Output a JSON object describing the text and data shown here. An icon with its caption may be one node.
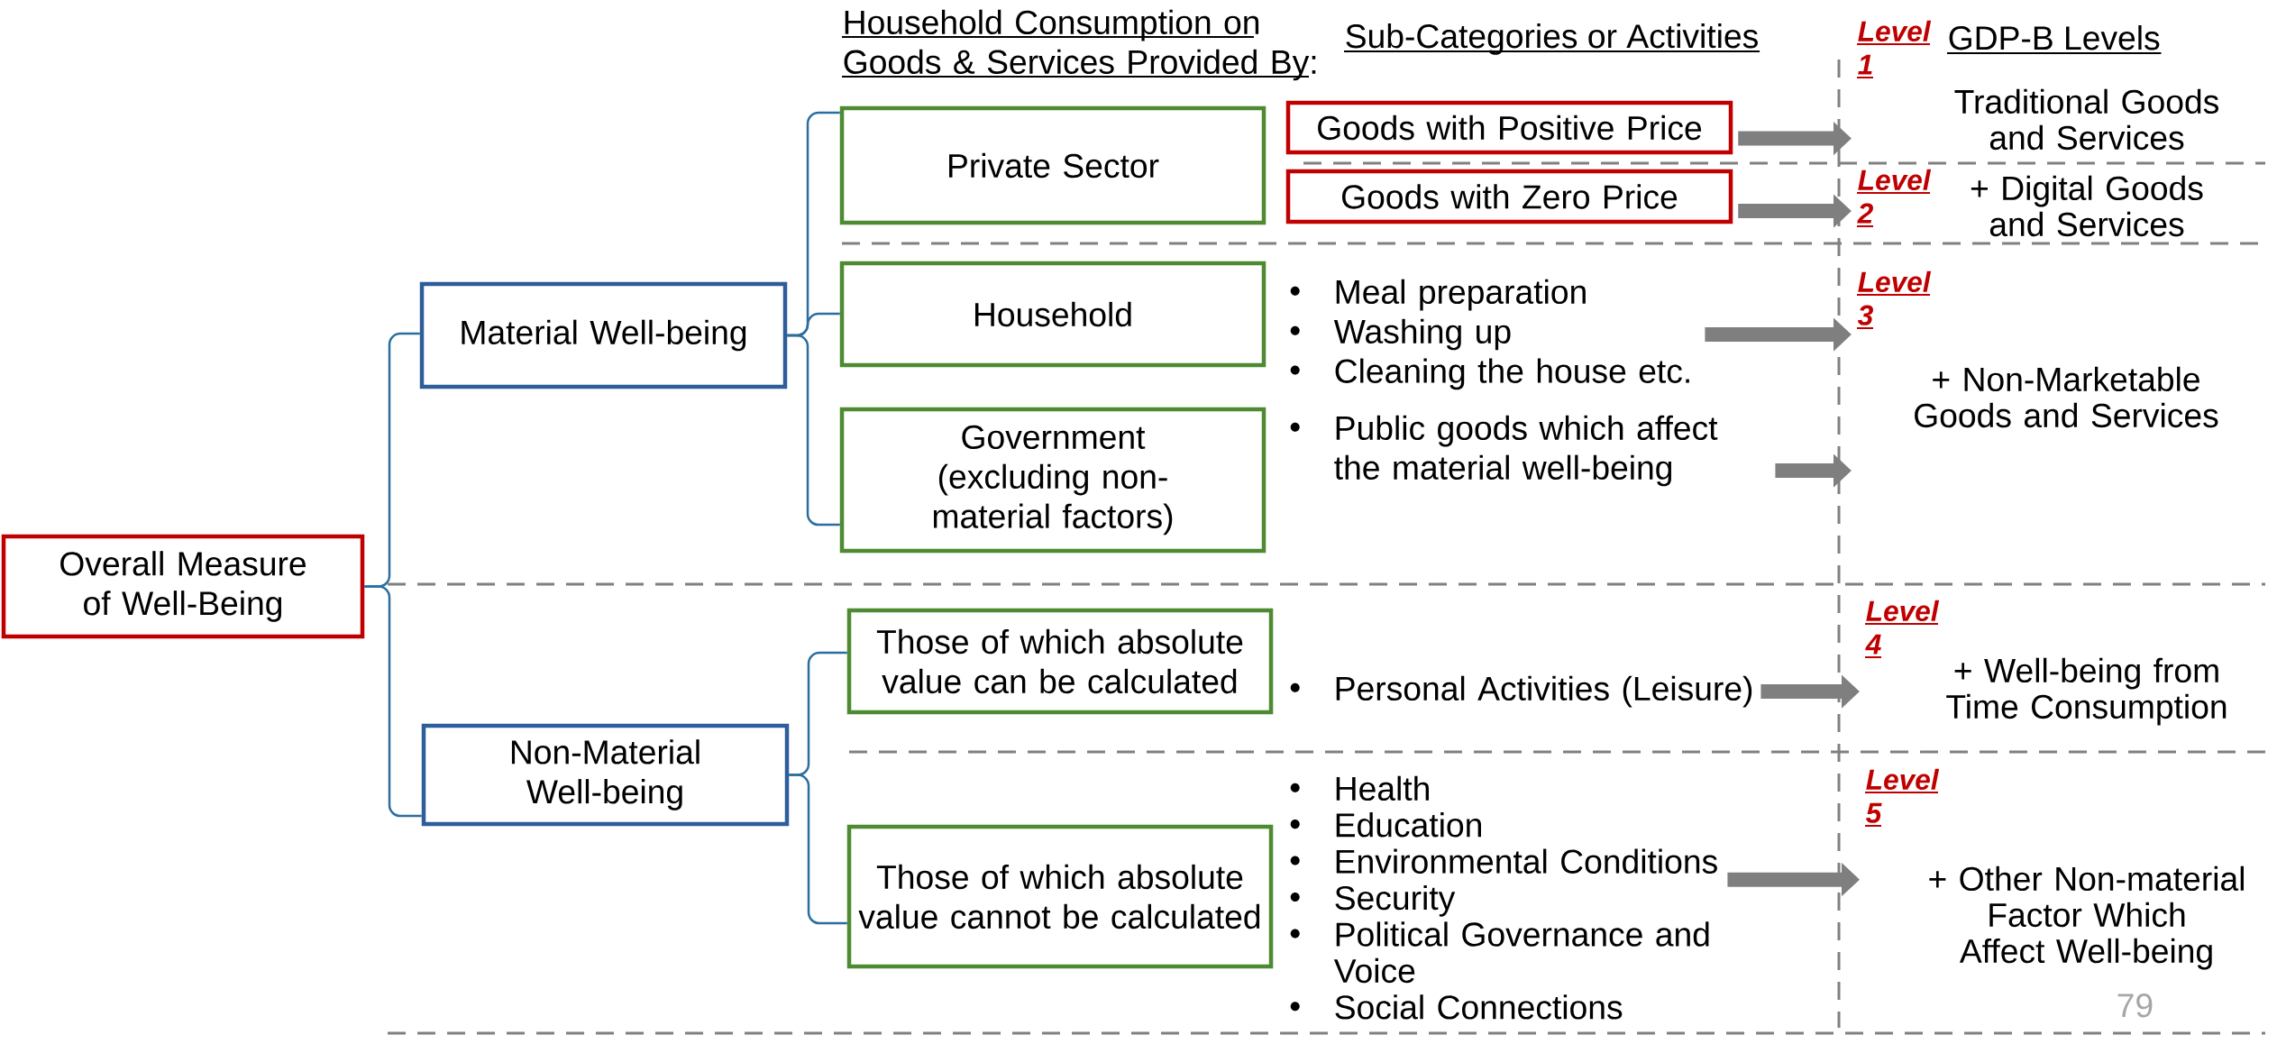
{
  "diagram": {
    "nodes": [
      {
        "text": [
          "Overall Measure of Well-Being"
        ]
      },
      {
        "text": [
          "Material Well-being"
        ]
      },
      {
        "text": [
          "Non-Material Well-being"
        ]
      },
      {
        "text": [
          "Private Sector"
        ]
      },
      {
        "text": [
          "Household"
        ]
      },
      {
        "text": [
          "Government",
          "(excluding non-material factors)"
        ]
      },
      {
        "text": [
          "Those of which absolute value can be calculated"
        ]
      },
      {
        "text": [
          "Those of which absolute value cannot be calculated"
        ]
      },
      {
        "text": [
          "Goods with Positive Price"
        ]
      },
      {
        "text": [
          "Goods with Zero Price"
        ]
      },
      {
        "text": [
          "Meal preparation",
          "Washing up",
          "Cleaning the house etc."
        ]
      },
      {
        "text": [
          "Public goods which affect the material well-being"
        ]
      },
      {
        "text": [
          "Personal Activities (Leisure)"
        ]
      },
      {
        "text": [
          "Health",
          "Education",
          "Environmental Conditions",
          "Security",
          "Political Governance and Voice",
          "Social Connections"
        ]
      },
      {
        "text": [
          "Level 1",
          "Traditional Goods and Services"
        ]
      },
      {
        "text": [
          "Level 2",
          "+ Digital Goods and Services"
        ]
      },
      {
        "text": [
          "Level 3",
          "+ Non-Marketable Goods and Services"
        ]
      },
      {
        "text": [
          "Level 4",
          "+ Well-being from Time Consumption"
        ]
      },
      {
        "text": [
          "Level 5",
          "+ Other Non-material Factor Which Affect Well-being"
        ]
      }
    ],
    "edges": [
      {
        "from": 0,
        "to": 1,
        "arrow": "none"
      },
      {
        "from": 0,
        "to": 2,
        "arrow": "none"
      },
      {
        "from": 1,
        "to": 3,
        "arrow": "none"
      },
      {
        "from": 1,
        "to": 4,
        "arrow": "none"
      },
      {
        "from": 1,
        "to": 5,
        "arrow": "none"
      },
      {
        "from": 2,
        "to": 6,
        "arrow": "none"
      },
      {
        "from": 2,
        "to": 7,
        "arrow": "none"
      },
      {
        "from": 8,
        "to": 14,
        "arrow": "to",
        "style": "thick",
        "color": "#7f7f7f"
      },
      {
        "from": 9,
        "to": 15,
        "arrow": "to",
        "style": "thick",
        "color": "#7f7f7f"
      },
      {
        "from": 10,
        "to": 16,
        "arrow": "to",
        "style": "thick",
        "color": "#7f7f7f"
      },
      {
        "from": 11,
        "to": 16,
        "arrow": "to",
        "style": "thick",
        "color": "#7f7f7f"
      },
      {
        "from": 12,
        "to": 17,
        "arrow": "to",
        "style": "thick",
        "color": "#7f7f7f"
      },
      {
        "from": 13,
        "to": 18,
        "arrow": "to",
        "style": "thick",
        "color": "#7f7f7f"
      }
    ],
    "labels": [
      "Household Consumption on Goods & Services Provided By:",
      "Sub-Categories or Activities",
      "GDP-B Levels",
      "79"
    ]
  }
}
